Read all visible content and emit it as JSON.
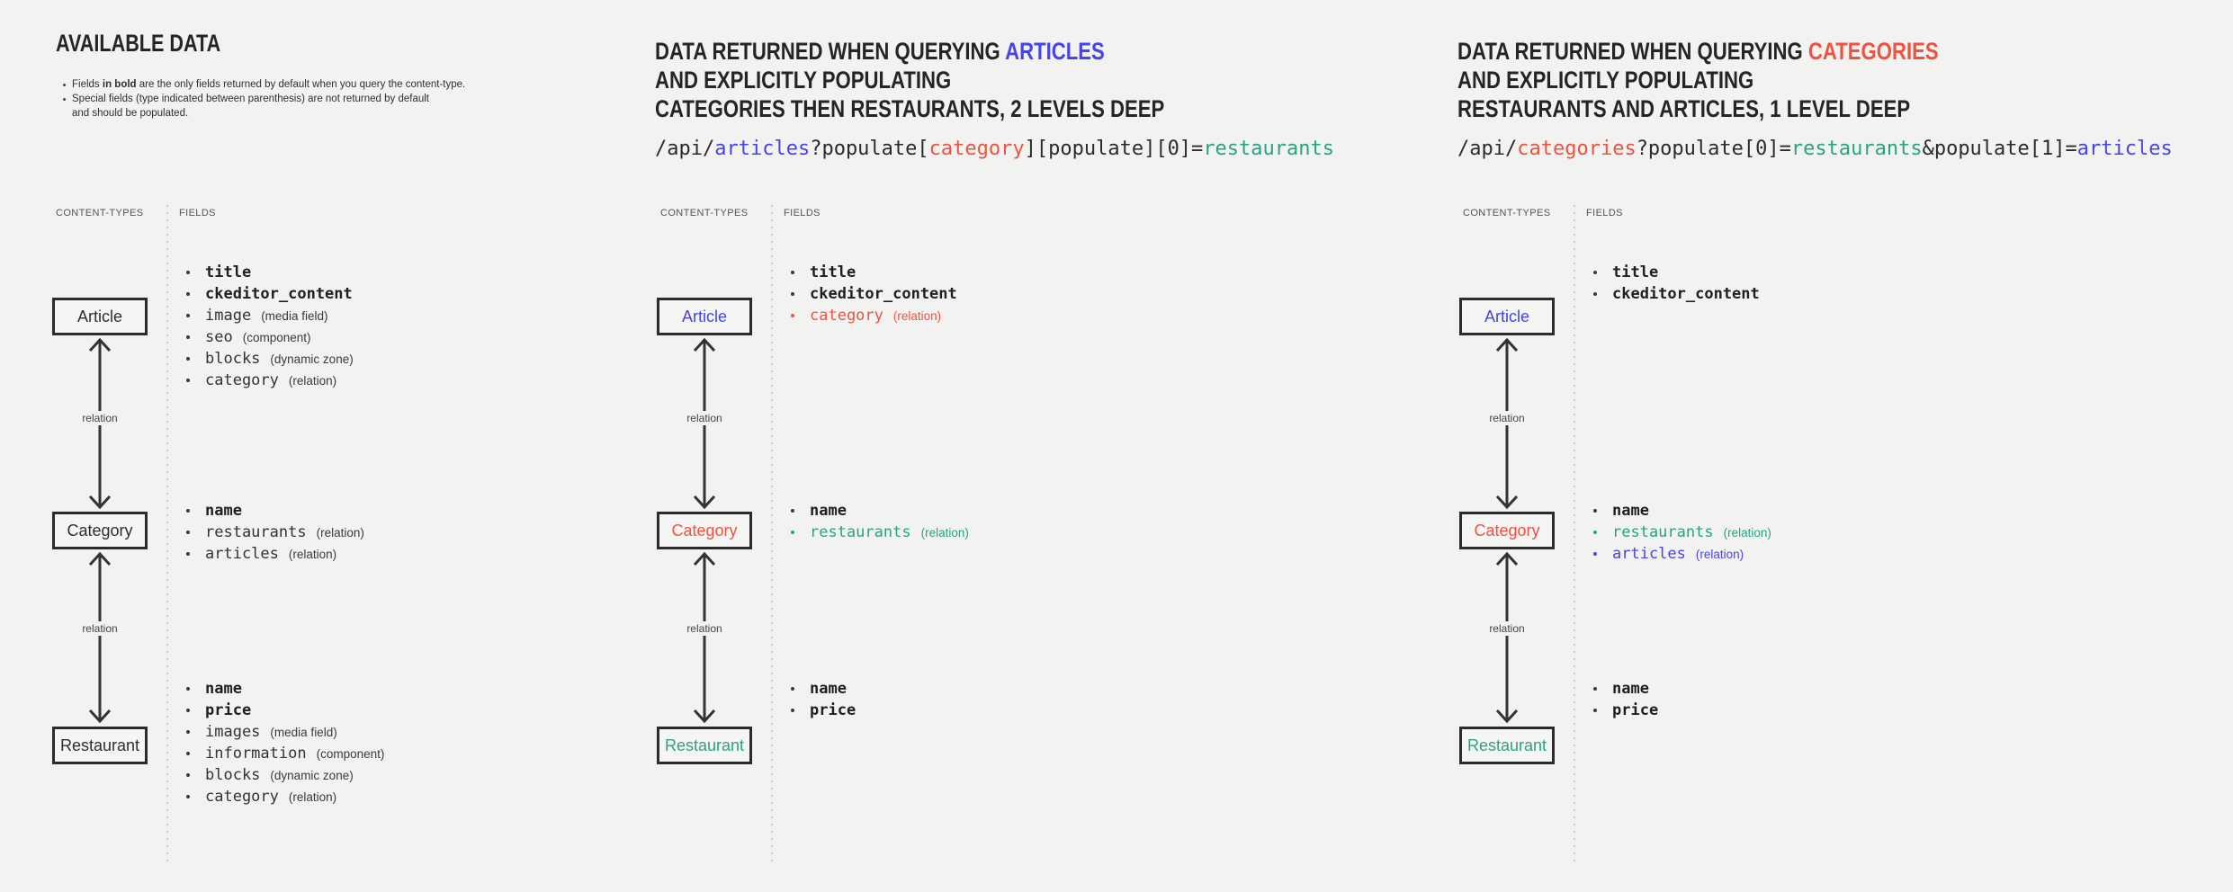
{
  "colors": {
    "blue": "#4744e8",
    "red": "#ee5241",
    "teal": "#29a384",
    "background": "#f2f2f1"
  },
  "shared": {
    "content_types_label": "CONTENT-TYPES",
    "fields_label": "FIELDS",
    "relation_label": "relation"
  },
  "panel1": {
    "title": "AVAILABLE DATA",
    "note1_pre": "Fields ",
    "note1_bold": "in bold",
    "note1_post": " are the only fields returned by default when you query the content-type.",
    "note2_line1": "Special fields (type indicated between parenthesis) are not returned by default",
    "note2_line2": "and should be populated.",
    "nodes": {
      "article": {
        "label": "Article",
        "fields": [
          {
            "label": "title"
          },
          {
            "label": "ckeditor_content"
          },
          {
            "label": "image",
            "type": "(media field)"
          },
          {
            "label": "seo",
            "type": "(component)"
          },
          {
            "label": "blocks",
            "type": "(dynamic zone)"
          },
          {
            "label": "category",
            "type": "(relation)"
          }
        ]
      },
      "category": {
        "label": "Category",
        "fields": [
          {
            "label": "name"
          },
          {
            "label": "restaurants",
            "type": "(relation)"
          },
          {
            "label": "articles",
            "type": "(relation)"
          }
        ]
      },
      "restaurant": {
        "label": "Restaurant",
        "fields": [
          {
            "label": "name"
          },
          {
            "label": "price"
          },
          {
            "label": "images",
            "type": "(media field)"
          },
          {
            "label": "information",
            "type": "(component)"
          },
          {
            "label": "blocks",
            "type": "(dynamic zone)"
          },
          {
            "label": "category",
            "type": "(relation)"
          }
        ]
      }
    }
  },
  "panel2": {
    "title_line1_pre": "DATA RETURNED WHEN QUERYING ",
    "title_line1_highlight": "ARTICLES",
    "title_line2": "AND EXPLICITLY POPULATING",
    "title_line3": "CATEGORIES THEN RESTAURANTS, 2 LEVELS DEEP",
    "url": {
      "seg1": "/api/",
      "seg2": "articles",
      "seg3": "?populate[",
      "seg4": "category",
      "seg5": "][populate][0]=",
      "seg6": "restaurants"
    },
    "nodes": {
      "article": {
        "label": "Article",
        "fields": [
          {
            "label": "title"
          },
          {
            "label": "ckeditor_content"
          },
          {
            "label": "category",
            "type": "(relation)"
          }
        ]
      },
      "category": {
        "label": "Category",
        "fields": [
          {
            "label": "name"
          },
          {
            "label": "restaurants",
            "type": "(relation)"
          }
        ]
      },
      "restaurant": {
        "label": "Restaurant",
        "fields": [
          {
            "label": "name"
          },
          {
            "label": "price"
          }
        ]
      }
    }
  },
  "panel3": {
    "title_line1_pre": "DATA RETURNED WHEN QUERYING ",
    "title_line1_highlight": "CATEGORIES",
    "title_line2": "AND EXPLICITLY POPULATING",
    "title_line3": "RESTAURANTS AND ARTICLES, 1 LEVEL DEEP",
    "url": {
      "seg1": "/api/",
      "seg2": "categories",
      "seg3": "?populate[0]=",
      "seg4": "restaurants",
      "seg5": "&populate[1]=",
      "seg6": "articles"
    },
    "nodes": {
      "article": {
        "label": "Article",
        "fields": [
          {
            "label": "title"
          },
          {
            "label": "ckeditor_content"
          }
        ]
      },
      "category": {
        "label": "Category",
        "fields": [
          {
            "label": "name"
          },
          {
            "label": "restaurants",
            "type": "(relation)"
          },
          {
            "label": "articles",
            "type": "(relation)"
          }
        ]
      },
      "restaurant": {
        "label": "Restaurant",
        "fields": [
          {
            "label": "name"
          },
          {
            "label": "price"
          }
        ]
      }
    }
  }
}
